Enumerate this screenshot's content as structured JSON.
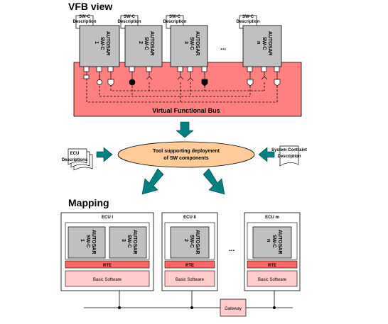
{
  "vfb": {
    "title": "VFB view",
    "bus_label": "Virtual Functional Bus",
    "swc_desc_label_1": "SW-C",
    "swc_desc_label_2": "Description",
    "components": [
      {
        "l1": "AUTOSAR",
        "l2": "SW-C",
        "l3": "1"
      },
      {
        "l1": "AUTOSAR",
        "l2": "SW-C",
        "l3": "2"
      },
      {
        "l1": "AUTOSAR",
        "l2": "SW-C",
        "l3": "3"
      },
      {
        "l1": "AUTOSAR",
        "l2": "SW-C",
        "l3": "n"
      }
    ],
    "ellipsis": "..."
  },
  "tool": {
    "line1": "Tool supporting deployment",
    "line2": "of SW components",
    "ecu_desc_1": "ECU",
    "ecu_desc_2": "Descriptions",
    "sys_desc_1": "System Contraint",
    "sys_desc_2": "Description"
  },
  "mapping": {
    "title": "Mapping",
    "ecus": [
      {
        "name": "ECU I",
        "rte": "RTE",
        "bsw": "Basic Software"
      },
      {
        "name": "ECU II",
        "rte": "RTE",
        "bsw": "Basic Software"
      },
      {
        "name": "ECU m",
        "rte": "RTE",
        "bsw": "Basic Software"
      }
    ],
    "mapped_swcs": [
      {
        "l1": "AUTOSAR",
        "l2": "SW-C",
        "l3": "1"
      },
      {
        "l1": "AUTOSAR",
        "l2": "SW-C",
        "l3": "3"
      },
      {
        "l1": "AUTOSAR",
        "l2": "SW-C",
        "l3": "2"
      },
      {
        "l1": "AUTOSAR",
        "l2": "SW-C",
        "l3": "n"
      }
    ],
    "ellipsis": "...",
    "gateway": "Gateway"
  },
  "colors": {
    "bus_fill": "#ff8080",
    "swc_fill": "#c0c0c0",
    "tool_fill": "#ffcc99",
    "rte_fill": "#ff6666",
    "bsw_fill": "#ffcccc",
    "arrow_fill": "#008080",
    "gateway_fill": "#ffcccc"
  }
}
